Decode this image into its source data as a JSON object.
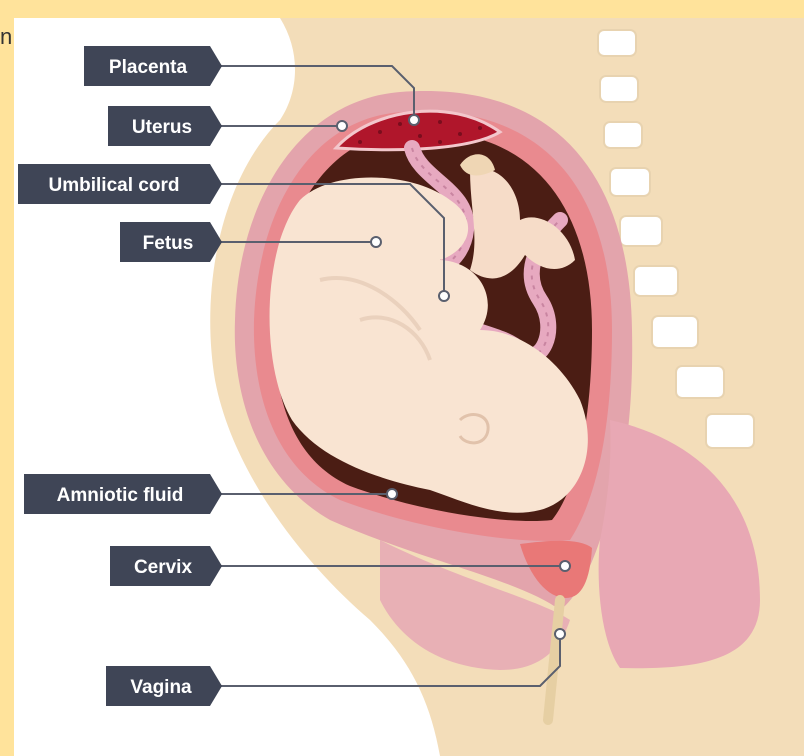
{
  "background_text": "n",
  "labels": {
    "placenta": "Placenta",
    "uterus": "Uterus",
    "umbilical_cord": "Umbilical cord",
    "fetus": "Fetus",
    "amniotic_fluid": "Amniotic fluid",
    "cervix": "Cervix",
    "vagina": "Vagina"
  },
  "colors": {
    "page_background": "#ffe39b",
    "label_box": "#3f4556",
    "skin": "#f3ddb9",
    "uterus_wall": "#e3a4ac",
    "uterus_inner": "#e98a8f",
    "amniotic_fluid": "#4b1d14",
    "placenta": "#b0162b",
    "fetus": "#f9e4d2",
    "cord": "#e7a9c0"
  }
}
